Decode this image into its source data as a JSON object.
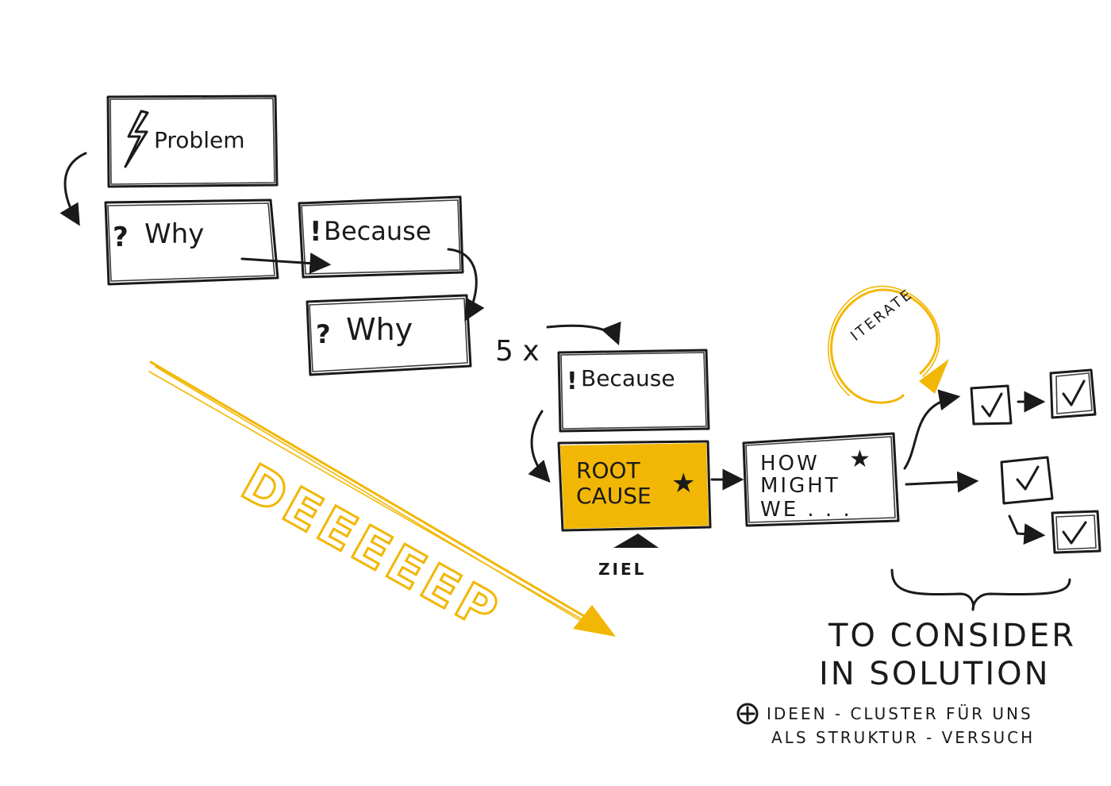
{
  "colors": {
    "accent": "#f2b705",
    "ink": "#1a1a1a",
    "background": "#ffffff"
  },
  "nodes": {
    "problem": "Problem",
    "why1": "Why",
    "because1": "Because",
    "why2": "Why",
    "because2": "Because",
    "root_cause_line1": "ROOT",
    "root_cause_line2": "CAUSE",
    "hmw_line1": "HOW",
    "hmw_line2": "MIGHT",
    "hmw_line3": "WE . . ."
  },
  "labels": {
    "repeat": "5 x",
    "goal": "ZIEL",
    "iterate": "ITERATE",
    "deep": "DEEEEEP",
    "consider_line1": "TO CONSIDER",
    "consider_line2": "IN SOLUTION",
    "note_line1": "IDEEN - CLUSTER FÜR UNS",
    "note_line2": "ALS STRUKTUR - VERSUCH"
  },
  "icons": [
    "lightning-icon",
    "question-icon",
    "exclamation-icon",
    "star-icon",
    "check-icon",
    "plus-circle-icon",
    "cycle-arrow-icon"
  ]
}
